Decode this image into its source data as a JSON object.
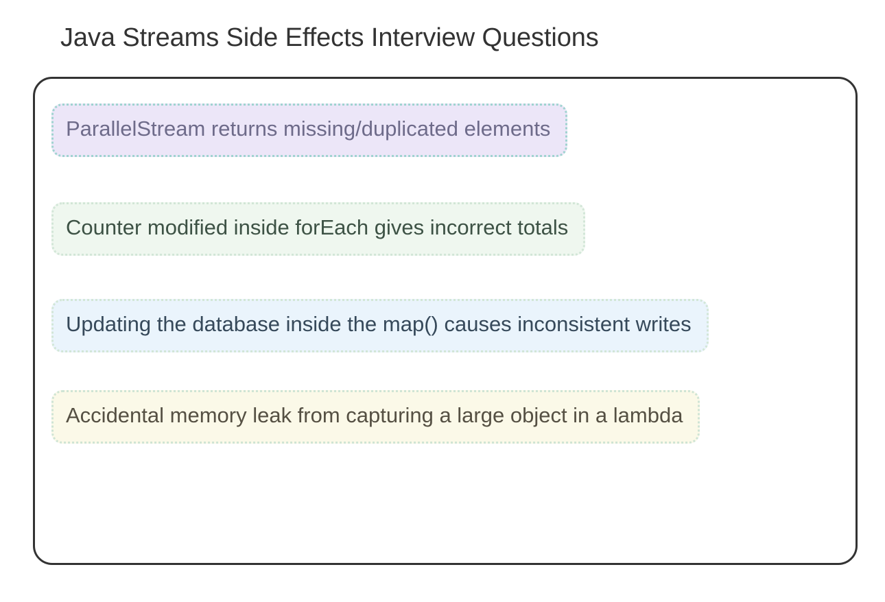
{
  "diagram": {
    "title": "Java Streams Side Effects Interview Questions",
    "container": {
      "border_color": "#333333",
      "background": "#ffffff"
    },
    "items": [
      {
        "label": "ParallelStream returns missing/duplicated elements",
        "background": "#ece6f8",
        "border_color": "#9fd3d0",
        "text_color": "#6e6b8a"
      },
      {
        "label": "Counter modified inside forEach gives incorrect totals",
        "background": "#eff7ef",
        "border_color": "#d2e6d7",
        "text_color": "#3d5245"
      },
      {
        "label": "Updating the database inside the map() causes inconsistent writes",
        "background": "#eaf4fc",
        "border_color": "#d2e6d7",
        "text_color": "#36495a"
      },
      {
        "label": "Accidental memory leak from capturing a large object in a lambda",
        "background": "#fbf9e8",
        "border_color": "#cfe4d4",
        "text_color": "#555043"
      }
    ]
  }
}
